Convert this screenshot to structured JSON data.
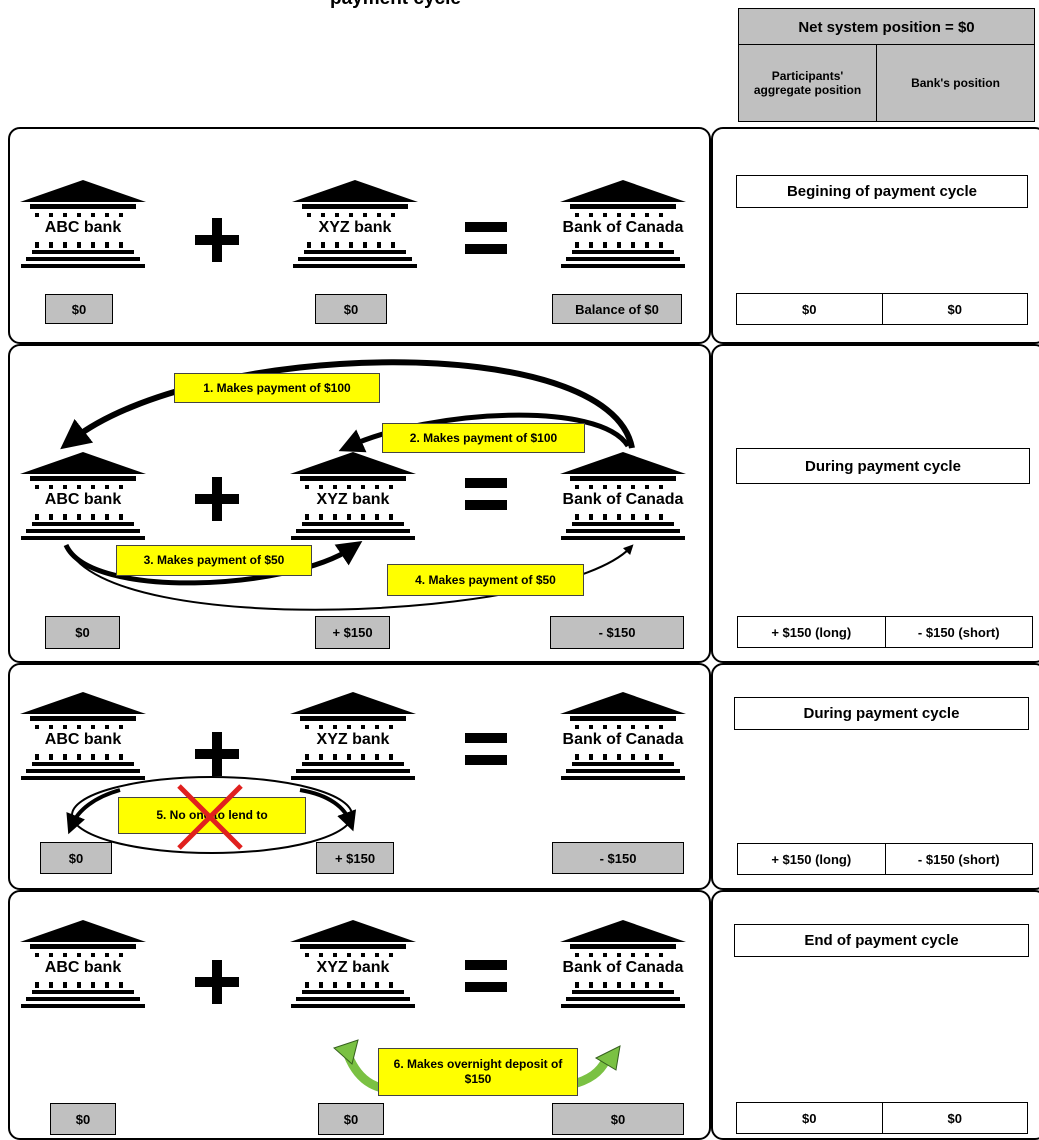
{
  "header": {
    "title_partial": "payment cycle",
    "net_position": "Net system position = $0",
    "participants_col": "Participants' aggregate position",
    "bank_col": "Bank's position"
  },
  "bank_names": {
    "abc": "ABC bank",
    "xyz": "XYZ bank",
    "boc": "Bank of Canada"
  },
  "scenes": [
    {
      "stage": "Begining of payment cycle",
      "amounts": {
        "abc": "$0",
        "xyz": "$0",
        "boc": "Balance of $0"
      },
      "position": {
        "participants": "$0",
        "bank": "$0"
      }
    },
    {
      "stage": "During payment cycle",
      "amounts": {
        "abc": "$0",
        "xyz": "+ $150",
        "boc": "- $150"
      },
      "position": {
        "participants": "+ $150 (long)",
        "bank": "- $150 (short)"
      },
      "steps": [
        "1. Makes payment of $100",
        "2. Makes payment of $100",
        "3. Makes payment of $50",
        "4. Makes payment of $50"
      ]
    },
    {
      "stage": "During payment cycle",
      "amounts": {
        "abc": "$0",
        "xyz": "+ $150",
        "boc": "- $150"
      },
      "position": {
        "participants": "+ $150 (long)",
        "bank": "- $150 (short)"
      },
      "steps": [
        "5. No one to lend to"
      ]
    },
    {
      "stage": "End of payment cycle",
      "amounts": {
        "abc": "$0",
        "xyz": "$0",
        "boc": "$0"
      },
      "position": {
        "participants": "$0",
        "bank": "$0"
      },
      "steps": [
        "6. Makes overnight deposit of $150"
      ]
    }
  ],
  "colors": {
    "gray": "#c0c0c0",
    "yellow": "#ffff00",
    "cross": "#e0201e",
    "green_arrow": "#7ac143"
  }
}
